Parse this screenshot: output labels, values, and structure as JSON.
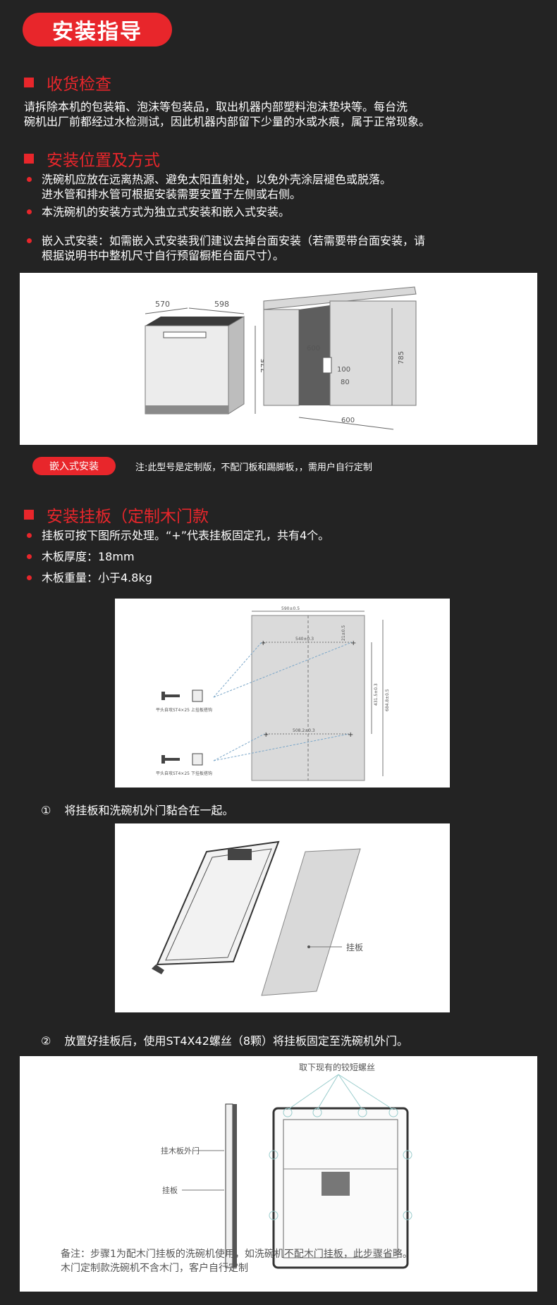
{
  "header": {
    "title": "安装指导"
  },
  "sections": {
    "receipt": {
      "heading": "收货检查",
      "text_line1": "请拆除本机的包装箱、泡沫等包装品，取出机器内部塑料泡沫垫块等。每台洗",
      "text_line2": "碗机出厂前都经过水检测试，因此机器内部留下少量的水或水痕，属于正常现象。"
    },
    "location": {
      "heading": "安装位置及方式",
      "bullet1_line1": "洗碗机应放在远离热源、避免太阳直射处，以免外壳涂层褪色或脱落。",
      "bullet1_line2": "进水管和排水管可根据安装需要安置于左侧或右侧。",
      "bullet2": "本洗碗机的安装方式为独立式安装和嵌入式安装。",
      "bullet3_line1": "嵌入式安装：如需嵌入式安装我们建议去掉台面安装（若需要带台面安装，请",
      "bullet3_line2": "根据说明书中整机尺寸自行预留橱柜台面尺寸）。"
    },
    "figure1": {
      "dim_width": "570",
      "dim_depth": "598",
      "dim_height": "775",
      "cab_width_left": "600",
      "cab_dim_100": "100",
      "cab_dim_80": "80",
      "cab_height": "785",
      "cab_width_bottom": "600"
    },
    "embed_tag": "嵌入式安装",
    "embed_note": "注:此型号是定制版，不配门板和踢脚板，，需用户自行定制",
    "panel": {
      "heading": "安装挂板（定制木门款",
      "bullet1": "挂板可按下图所示处理。“+”代表挂板固定孔，共有4个。",
      "bullet2": "木板厚度：18mm",
      "bullet3": "木板重量：小于4.8kg"
    },
    "figure2": {
      "dim_top": "590±0.5",
      "dim_upper": "540±0.3",
      "dim_lower": "508.2±0.3",
      "dim_side_small": "21±0.5",
      "dim_side_mid": "431.5±0.3",
      "dim_side_full": "684.8±0.5",
      "screw_label_top": "平头自攻ST4×25",
      "bracket_label_top": "上挂板搭钩",
      "screw_label_bottom": "平头自攻ST4×25",
      "bracket_label_bottom": "下挂板搭钩"
    },
    "step1": {
      "num": "①",
      "text": "将挂板和洗碗机外门黏合在一起。"
    },
    "figure3": {
      "label": "挂板"
    },
    "step2": {
      "num": "②",
      "text": "放置好挂板后，使用ST4X42螺丝（8颗）将挂板固定至洗碗机外门。"
    },
    "figure4": {
      "top_label": "取下现有的铰短螺丝",
      "label_door": "挂木板外门",
      "label_panel": "挂板",
      "note_line1": "备注：步骤1为配木门挂板的洗碗机使用，如洗碗机不配木门挂板，此步骤省略。",
      "note_line2": "木门定制款洗碗机不含木门，客户自行定制"
    }
  },
  "colors": {
    "accent": "#e8262b",
    "background": "#232323",
    "panel": "#ffffff"
  }
}
